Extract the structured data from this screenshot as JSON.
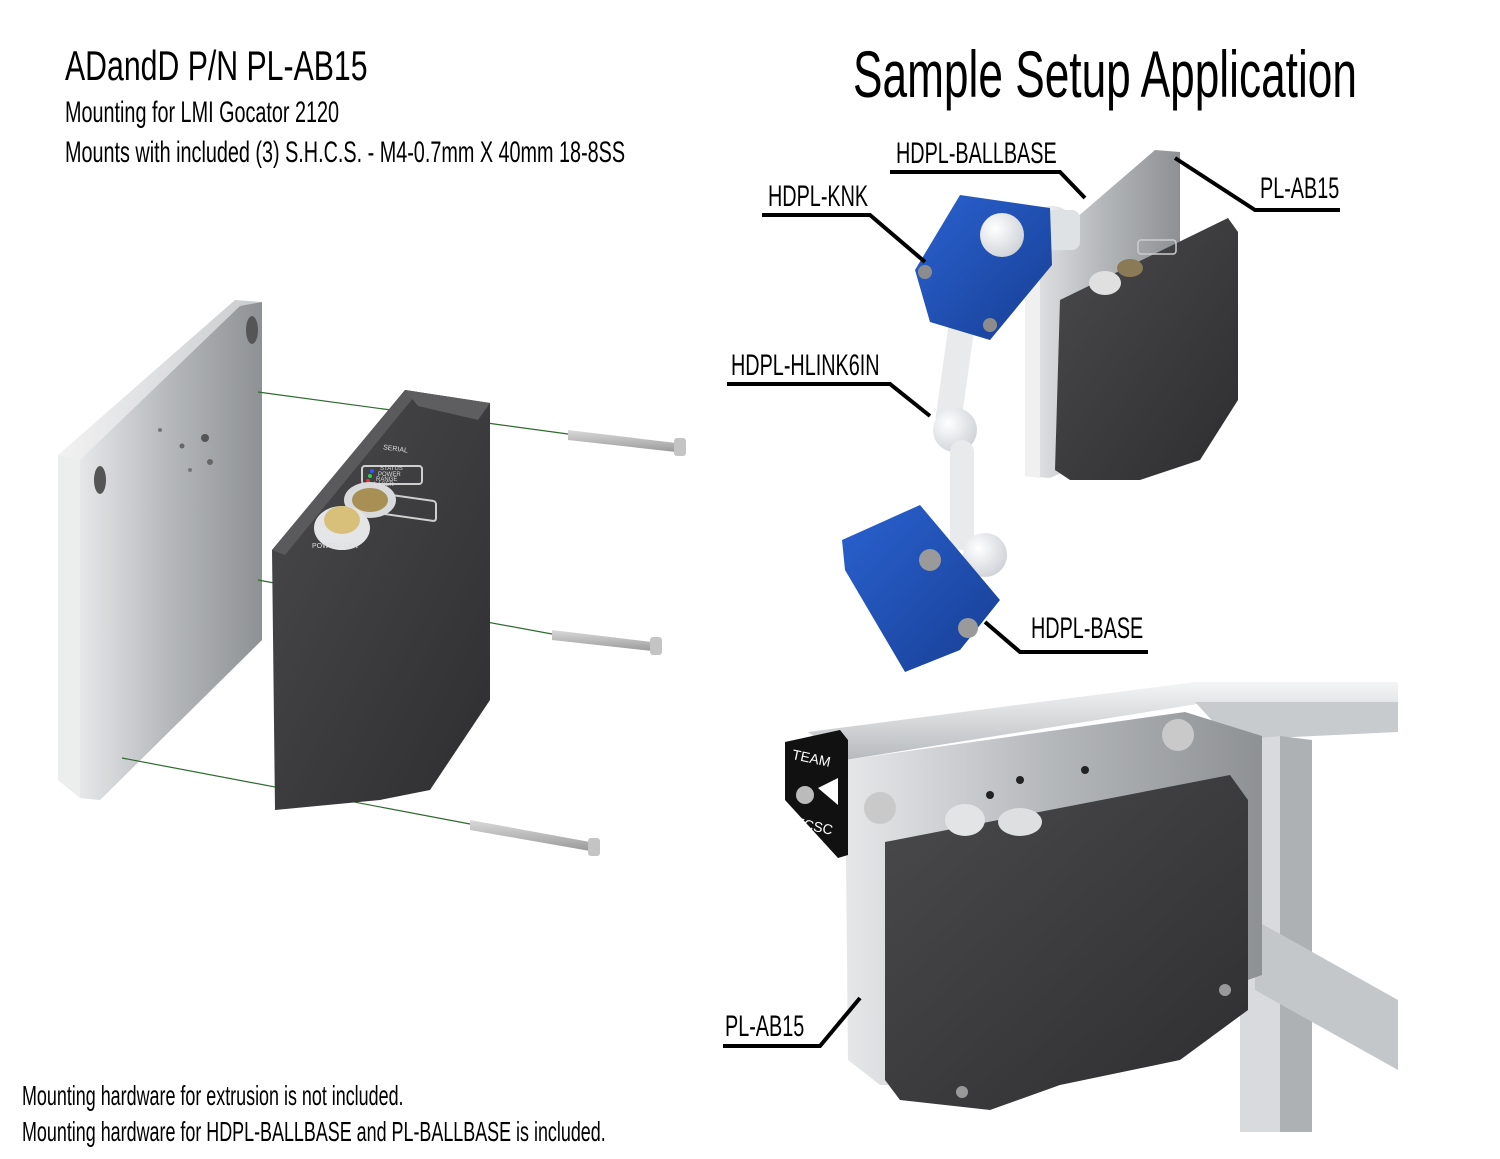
{
  "header": {
    "title": "ADandD P/N PL-AB15",
    "subtitle": "Mounting for LMI Gocator 2120",
    "hardware_line": "Mounts with included (3) S.H.C.S. - M4-0.7mm X 40mm 18-8SS"
  },
  "sample_setup": {
    "title": "Sample Setup Application",
    "callouts": {
      "ballbase": "HDPL-BALLBASE",
      "knk": "HDPL-KNK",
      "bracket_top": "PL-AB15",
      "hlink": "HDPL-HLINK6IN",
      "base": "HDPL-BASE",
      "bracket_bottom": "PL-AB15"
    }
  },
  "exploded_view": {
    "sensor_labels": {
      "serial": "SERIAL",
      "status": "STATUS",
      "power": "POWER",
      "range": "RANGE",
      "laser": "LASER",
      "connector": "POWER / LAN"
    }
  },
  "extrusion_view": {
    "badge_top": "TEAM",
    "badge_bottom": "TCSC"
  },
  "footer": {
    "note1": "Mounting hardware for extrusion is not included.",
    "note2": "Mounting hardware for HDPL-BALLBASE and PL-BALLBASE is included."
  },
  "colors": {
    "housing": "#3c3c3e",
    "plate": "#b9bcbf",
    "clamp_blue": "#1f4fb3",
    "ball_white": "#eef0f2",
    "guide_line": "#2e6b2e"
  }
}
